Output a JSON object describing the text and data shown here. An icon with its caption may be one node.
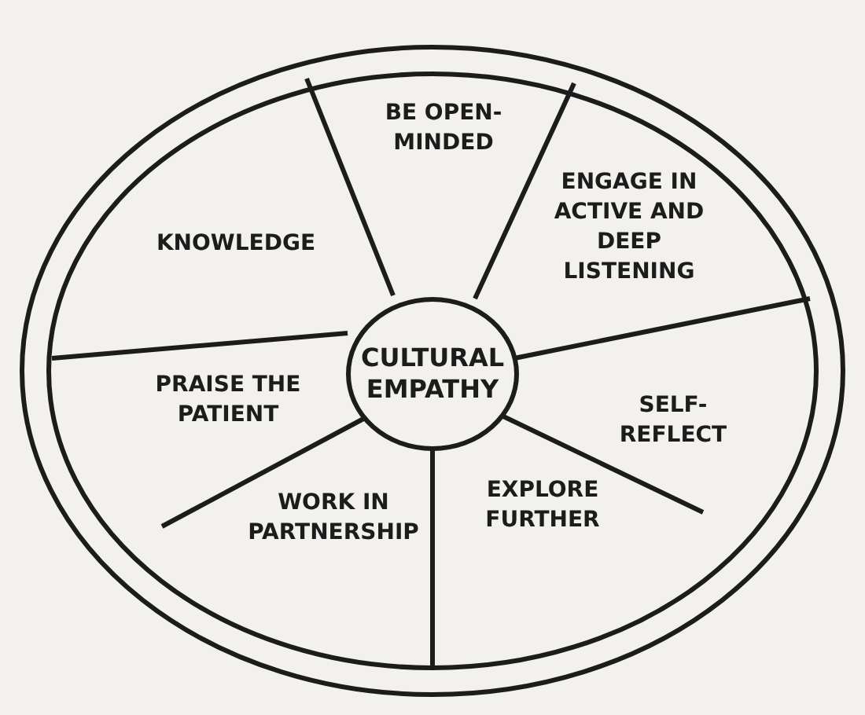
{
  "diagram": {
    "nodes": [
      {
        "text": [
          "BE OPEN-MINDED"
        ]
      },
      {
        "text": [
          "ENGAGE IN ACTIVE AND DEEP LISTENING"
        ]
      },
      {
        "text": [
          "KNOWLEDGE"
        ]
      },
      {
        "text": [
          "CULTURAL EMPATHY"
        ]
      },
      {
        "text": [
          "SELF-REFLECT"
        ]
      },
      {
        "text": [
          "PRAISE THE PATIENT"
        ]
      },
      {
        "text": [
          "EXPLORE FURTHER"
        ]
      },
      {
        "text": [
          "WORK IN PARTNERSHIP"
        ]
      }
    ]
  }
}
